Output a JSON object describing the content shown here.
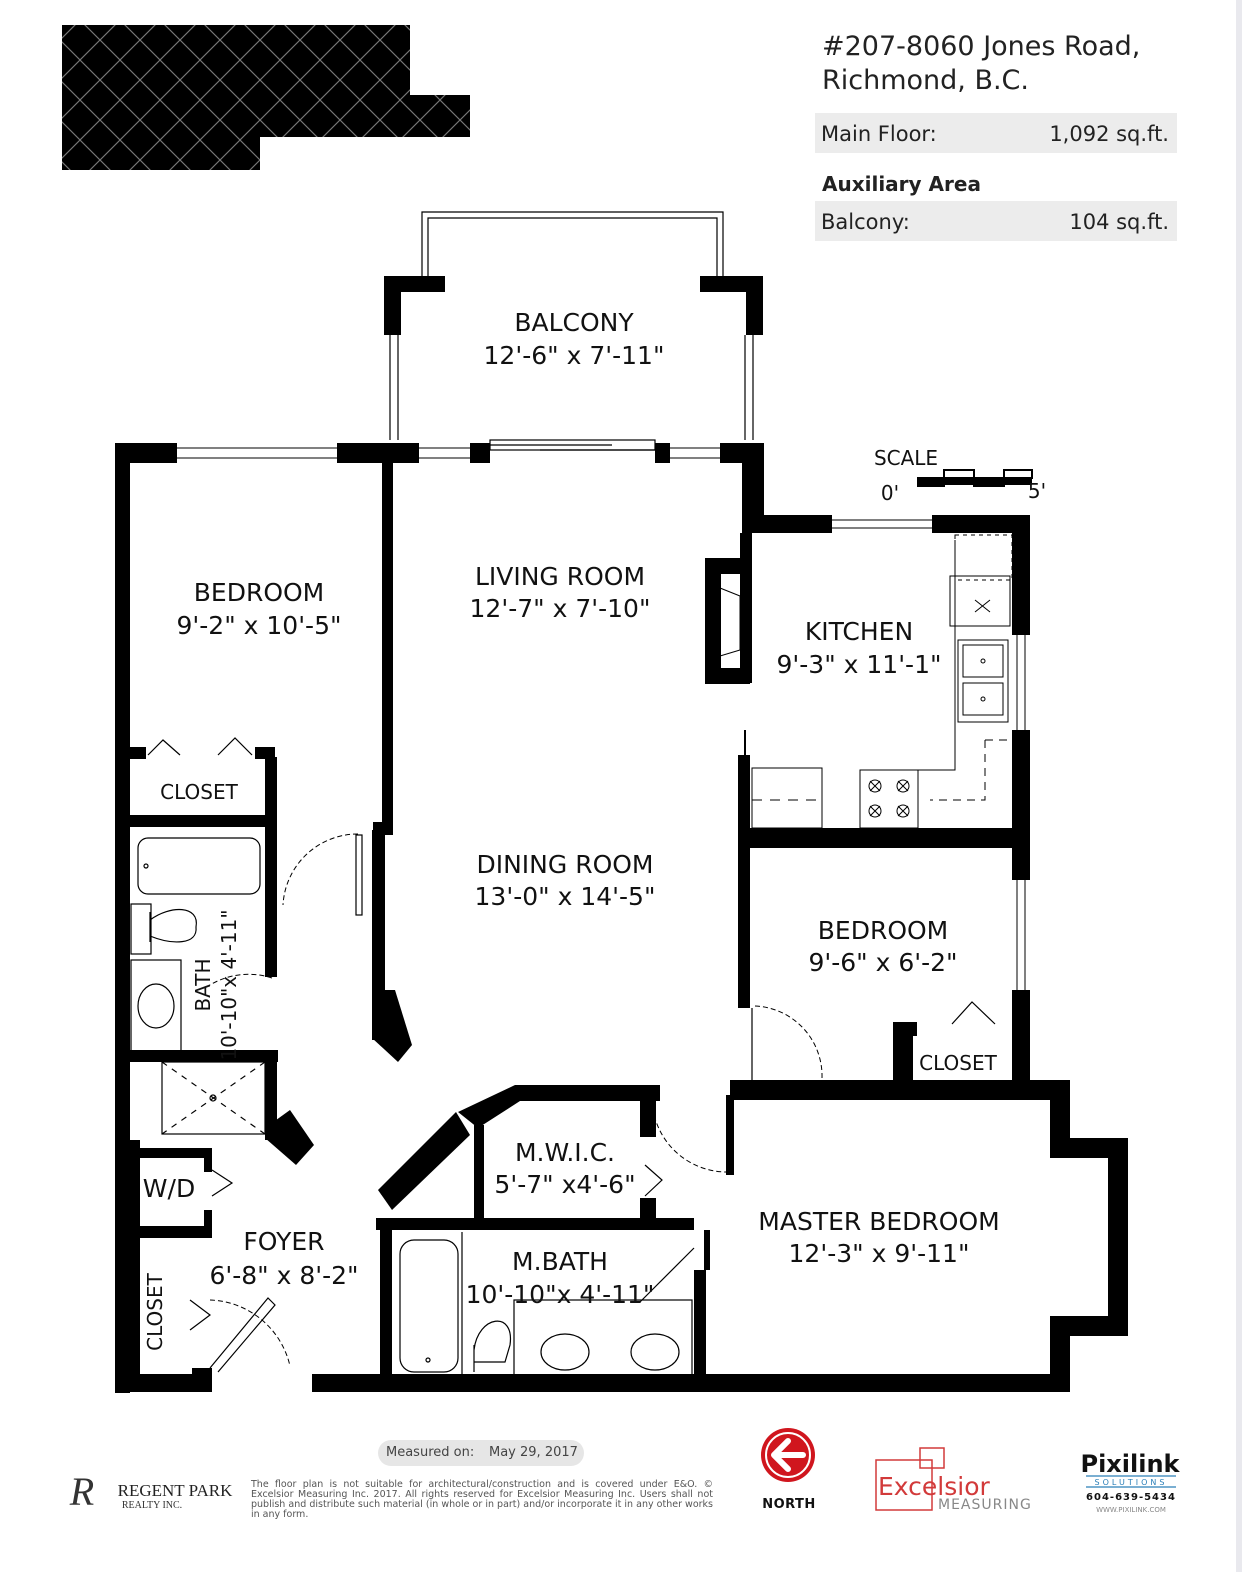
{
  "header": {
    "address_line1": "#207-8060 Jones Road,",
    "address_line2": "Richmond, B.C.",
    "main_floor_label": "Main Floor:",
    "main_floor_value": "1,092 sq.ft.",
    "aux_title": "Auxiliary Area",
    "balcony_label": "Balcony:",
    "balcony_value": "104 sq.ft."
  },
  "scale": {
    "title": "SCALE",
    "start": "0'",
    "end": "5'"
  },
  "rooms": {
    "balcony": {
      "name": "BALCONY",
      "dims": "12'-6\" x 7'-11\""
    },
    "living": {
      "name": "LIVING ROOM",
      "dims": "12'-7\" x 7'-10\""
    },
    "bedroom1": {
      "name": "BEDROOM",
      "dims": "9'-2\" x 10'-5\""
    },
    "closet1": {
      "name": "CLOSET"
    },
    "kitchen": {
      "name": "KITCHEN",
      "dims": "9'-3\" x 11'-1\""
    },
    "dining": {
      "name": "DINING ROOM",
      "dims": "13'-0\" x 14'-5\""
    },
    "bath": {
      "name": "BATH",
      "dims": "10'-10\"x 4'-11\""
    },
    "bedroom2": {
      "name": "BEDROOM",
      "dims": "9'-6\" x 6'-2\""
    },
    "closet2": {
      "name": "CLOSET"
    },
    "mwic": {
      "name": "M.W.I.C.",
      "dims": "5'-7\" x4'-6\""
    },
    "wd": {
      "name": "W/D"
    },
    "foyer": {
      "name": "FOYER",
      "dims": "6'-8\" x 8'-2\""
    },
    "master": {
      "name": "MASTER BEDROOM",
      "dims": "12'-3\" x 9'-11\""
    },
    "mbath": {
      "name": "M.BATH",
      "dims": "10'-10\"x 4'-11\""
    },
    "closet3": {
      "name": "CLOSET"
    }
  },
  "footer": {
    "measured_label": "Measured on:",
    "measured_date": "May 29, 2017",
    "disclaimer": "The floor plan is not suitable for architectural/construction and is covered under E&O. © Excelsior Measuring Inc. 2017. All rights reserved for Excelsior Measuring Inc. Users shall not publish and distribute such material (in whole or in part) and/or incorporate it in any other works in any form.",
    "north_label": "NORTH",
    "regent_name": "REGENT PARK",
    "regent_sub": "REALTY INC.",
    "excelsior_name": "Excelsior",
    "excelsior_sub": "MEASURING",
    "pixilink_name": "Pixilink",
    "pixilink_sub": "SOLUTIONS",
    "pixilink_phone": "604-639-5434",
    "pixilink_web": "WWW.PIXILINK.COM"
  },
  "colors": {
    "wall": "#000000",
    "panel": "#ececec",
    "north_red": "#d0161e",
    "excelsior_red": "#d23a3a"
  }
}
